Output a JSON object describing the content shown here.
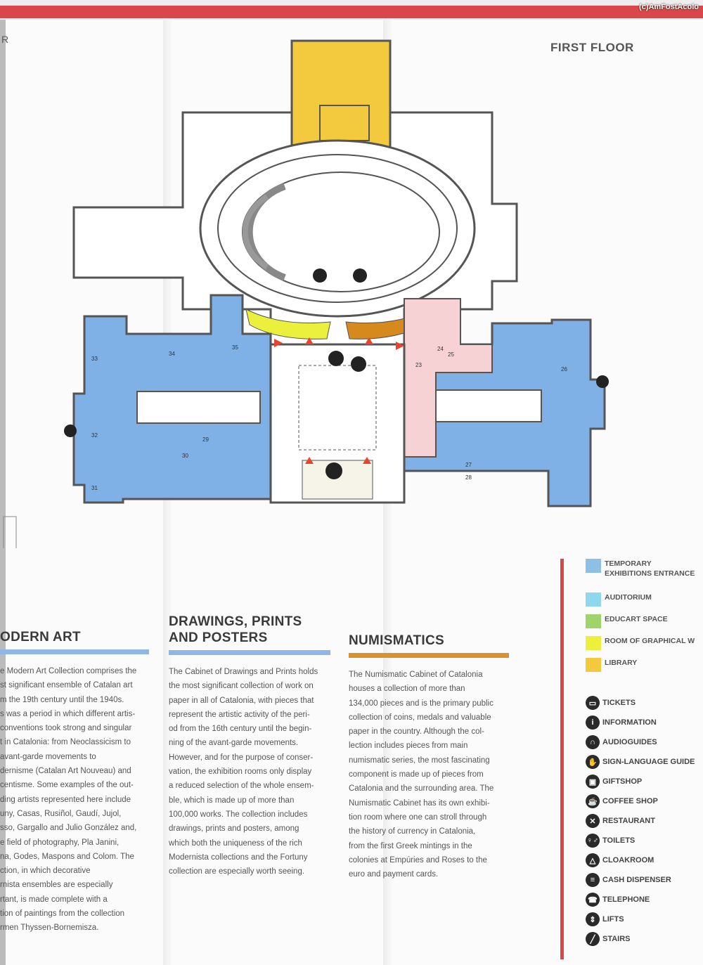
{
  "watermark": "(c)AmFostAcolo",
  "page_edge_letter": "R",
  "floor_title": "FIRST FLOOR",
  "rooms": [
    "33",
    "34",
    "35",
    "32",
    "29",
    "30",
    "31",
    "23",
    "24",
    "25",
    "26",
    "27",
    "28"
  ],
  "colors": {
    "temporary": "#8ec0e6",
    "auditorium": "#8fd6ef",
    "educart": "#9fd46a",
    "graphical": "#eaf03c",
    "library": "#f3c93e",
    "collection_blue": "#7fb0e6",
    "pink": "#f6d2d4",
    "numismatics": "#d68a1e",
    "accent_red": "#d9474a"
  },
  "sections": [
    {
      "title": "ODERN ART",
      "rule_color": "#8fb6e4",
      "body": "e Modern Art Collection comprises the\nst significant ensemble of Catalan art\nm the 19th century until the 1940s.\ns was a period in which different artis-\nconventions took strong and singular\nt in Catalonia: from Neoclassicism to\navant-garde movements to\ndernisme (Catalan Art Nouveau) and\ncentisme. Some examples of the out-\nding artists represented here include\nuny, Casas, Rusiñol, Gaudí, Jujol,\nsso, Gargallo and Julio González and,\ne field of photography, Pla Janini,\nna, Godes, Maspons and Colom. The\nction, in which decorative\nrnista ensembles are especially\nrtant, is made complete with a\ntion of paintings from the collection\nrmen Thyssen-Bornemisza."
    },
    {
      "title": "DRAWINGS, PRINTS\nAND POSTERS",
      "rule_color": "#8fb6e4",
      "body": "The Cabinet of Drawings and Prints holds\nthe most significant collection of work on\npaper in all of Catalonia, with pieces that\nrepresent the artistic activity of the peri-\nod from the 16th century until the begin-\nning of the avant-garde movements.\nHowever, and for the purpose of conser-\nvation, the exhibition rooms only display\na reduced selection of the whole ensem-\nble, which is made up of more than\n100,000 works. The collection includes\ndrawings, prints and posters, among\nwhich both the uniqueness of the rich\nModernista collections and the Fortuny\ncollection are especially worth seeing."
    },
    {
      "title": "NUMISMATICS",
      "rule_color": "#d8932c",
      "body": "The Numismatic Cabinet of Catalonia\nhouses a collection of more than\n134,000 pieces and is the primary public\ncollection of coins, medals and valuable\npaper in the country. Although the col-\nlection includes pieces from main\nnumismatic series, the most fascinating\ncomponent is made up of pieces from\nCatalonia and the surrounding area. The\nNumismatic Cabinet has its own exhibi-\ntion room where one can stroll through\nthe history of currency in Catalonia,\nfrom the first Greek mintings in the\ncolonies at Empúries and Roses to the\neuro and payment cards."
    }
  ],
  "legend": {
    "areas": [
      {
        "label": "TEMPORARY\nEXHIBITIONS ENTRANCE",
        "color": "#8ec0e6"
      },
      {
        "label": "AUDITORIUM",
        "color": "#8fd6ef"
      },
      {
        "label": "EDUCART SPACE",
        "color": "#9fd46a"
      },
      {
        "label": "ROOM OF GRAPHICAL W",
        "color": "#eaf03c"
      },
      {
        "label": "LIBRARY",
        "color": "#f3c93e"
      }
    ],
    "services": [
      {
        "label": "TICKETS",
        "icon": "ticket-icon",
        "glyph": "▭"
      },
      {
        "label": "INFORMATION",
        "icon": "information-icon",
        "glyph": "i"
      },
      {
        "label": "AUDIOGUIDES",
        "icon": "headphones-icon",
        "glyph": "∩"
      },
      {
        "label": "SIGN-LANGUAGE GUIDE",
        "icon": "hand-icon",
        "glyph": "✋"
      },
      {
        "label": "GIFTSHOP",
        "icon": "gift-icon",
        "glyph": "▣"
      },
      {
        "label": "COFFEE SHOP",
        "icon": "coffee-icon",
        "glyph": "☕"
      },
      {
        "label": "RESTAURANT",
        "icon": "restaurant-icon",
        "glyph": "✕"
      },
      {
        "label": "TOILETS",
        "icon": "toilets-icon",
        "glyph": "♀♂"
      },
      {
        "label": "CLOAKROOM",
        "icon": "hanger-icon",
        "glyph": "△"
      },
      {
        "label": "CASH DISPENSER",
        "icon": "cash-icon",
        "glyph": "≡"
      },
      {
        "label": "TELEPHONE",
        "icon": "telephone-icon",
        "glyph": "☎"
      },
      {
        "label": "LIFTS",
        "icon": "lift-icon",
        "glyph": "⇕"
      },
      {
        "label": "STAIRS",
        "icon": "stairs-icon",
        "glyph": "╱"
      }
    ]
  }
}
